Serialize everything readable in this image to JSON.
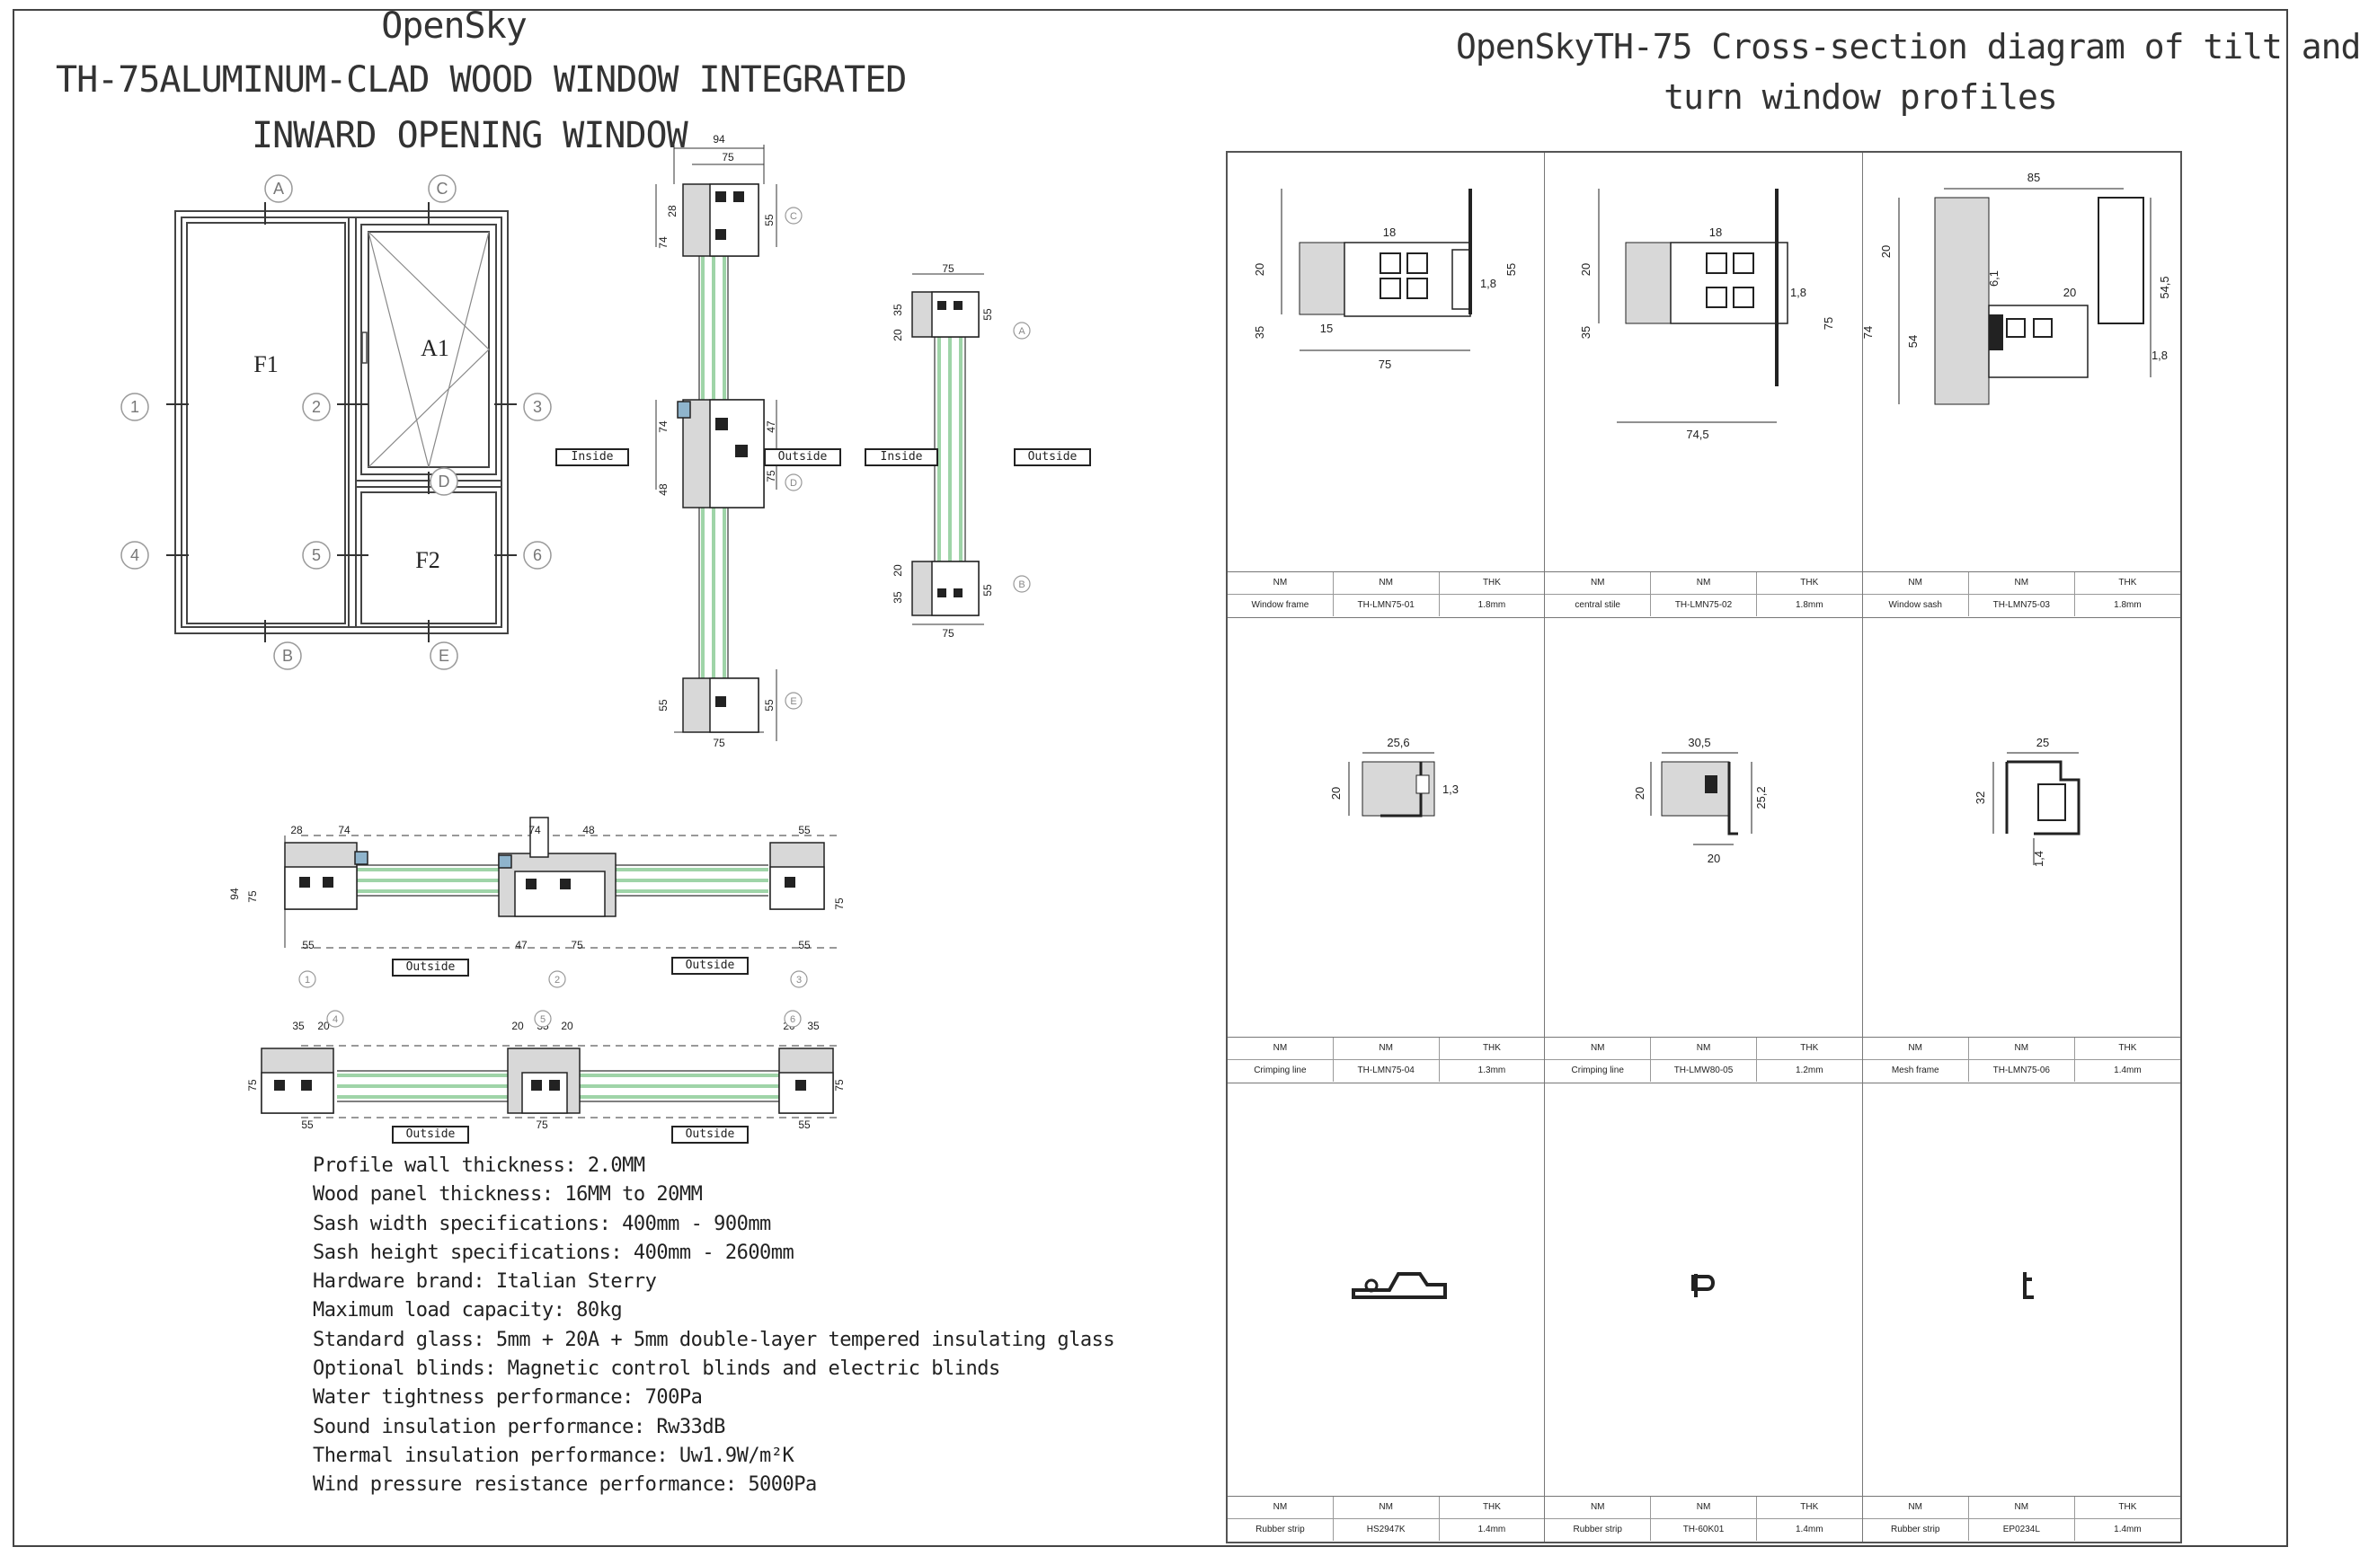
{
  "left_title": {
    "line1": "OpenSky",
    "line2": "TH-75ALUMINUM-CLAD WOOD WINDOW INTEGRATED",
    "line3": "INWARD OPENING WINDOW"
  },
  "right_title": {
    "line1": "OpenSkyTH-75 Cross-section diagram of tilt and",
    "line2": "turn window profiles"
  },
  "elevation": {
    "panels": [
      "F1",
      "A1",
      "F2"
    ],
    "circle_letters": [
      "A",
      "C",
      "B",
      "E",
      "D"
    ],
    "circle_numbers": [
      "1",
      "2",
      "3",
      "4",
      "5",
      "6"
    ]
  },
  "section_tags": {
    "inside": "Inside",
    "outside": "Outside"
  },
  "vertical_section": {
    "dims": [
      "94",
      "75",
      "28",
      "74",
      "55",
      "74",
      "47",
      "75",
      "48",
      "55",
      "55",
      "75"
    ],
    "markers": [
      "C",
      "D",
      "E"
    ]
  },
  "small_section": {
    "dims": [
      "75",
      "35",
      "20",
      "55",
      "20",
      "35",
      "55",
      "75"
    ],
    "markers": [
      "A",
      "B"
    ]
  },
  "horizontal_sections": {
    "top_dims": [
      "28",
      "74",
      "55",
      "94",
      "75",
      "74",
      "48",
      "55",
      "47",
      "75",
      "55",
      "75"
    ],
    "top_markers": [
      "1",
      "2",
      "3"
    ],
    "bottom_dims": [
      "35",
      "20",
      "20",
      "35",
      "20",
      "20",
      "35",
      "75",
      "55",
      "75",
      "55",
      "75"
    ],
    "bottom_markers": [
      "4",
      "5",
      "6"
    ]
  },
  "specs": [
    "Profile wall thickness: 2.0MM",
    "Wood panel thickness: 16MM to 20MM",
    "Sash width specifications: 400mm - 900mm",
    "Sash height specifications: 400mm - 2600mm",
    "Hardware brand: Italian Sterry",
    "Maximum load capacity: 80kg",
    "Standard glass: 5mm + 20A + 5mm double-layer tempered insulating glass",
    "Optional blinds: Magnetic control blinds and electric blinds",
    "Water tightness performance: 700Pa",
    "Sound insulation performance: Rw33dB",
    "Thermal insulation performance: Uw1.9W/m²K",
    "Wind pressure resistance performance: 5000Pa"
  ],
  "profiles": [
    {
      "name": "Window frame",
      "code": "TH-LMN75-01",
      "thk": "1.8mm",
      "dims": [
        "20",
        "35",
        "18",
        "1,8",
        "55",
        "15",
        "75"
      ]
    },
    {
      "name": "central stile",
      "code": "TH-LMN75-02",
      "thk": "1.8mm",
      "dims": [
        "20",
        "35",
        "18",
        "1,8",
        "75",
        "74,5"
      ]
    },
    {
      "name": "Window sash",
      "code": "TH-LMN75-03",
      "thk": "1.8mm",
      "dims": [
        "85",
        "20",
        "74",
        "54",
        "6,1",
        "20",
        "54,5",
        "1,8"
      ]
    },
    {
      "name": "Crimping line",
      "code": "TH-LMN75-04",
      "thk": "1.3mm",
      "dims": [
        "25,6",
        "20",
        "1,3"
      ]
    },
    {
      "name": "Crimping line",
      "code": "TH-LMW80-05",
      "thk": "1.2mm",
      "dims": [
        "30,5",
        "20",
        "25,2",
        "20"
      ]
    },
    {
      "name": "Mesh frame",
      "code": "TH-LMN75-06",
      "thk": "1.4mm",
      "dims": [
        "25",
        "32",
        "1,4"
      ]
    },
    {
      "name": "Rubber strip",
      "code": "HS2947K",
      "thk": "1.4mm",
      "dims": []
    },
    {
      "name": "Rubber strip",
      "code": "TH-60K01",
      "thk": "1.4mm",
      "dims": []
    },
    {
      "name": "Rubber strip",
      "code": "EP0234L",
      "thk": "1.4mm",
      "dims": []
    }
  ],
  "table_header": {
    "col1": "NM",
    "col2": "NM",
    "col3": "THK"
  },
  "colors": {
    "glass": "#9fd4a8",
    "wood": "#d8d8d8",
    "seal": "#8fb4cc",
    "line": "#333333"
  }
}
